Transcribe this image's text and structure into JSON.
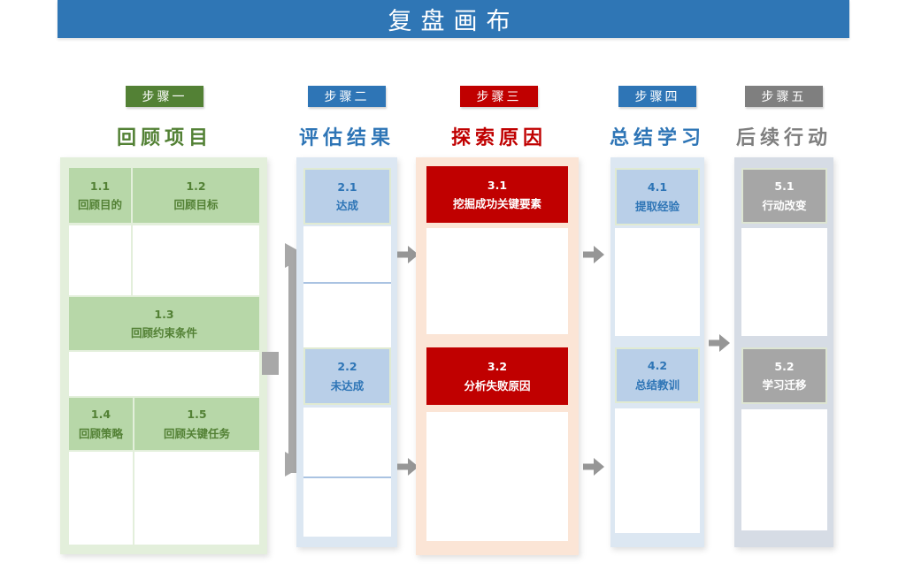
{
  "header": {
    "title": "复盘画布"
  },
  "palette": {
    "header_bar": "#2f76b5",
    "green_dark": "#538135",
    "green_cell": "#b7d7a8",
    "green_panel": "#e3efdb",
    "blue_dark": "#2e75b6",
    "blue_cell": "#b9cfe8",
    "blue_panel": "#dce7f2",
    "red": "#c00000",
    "red_panel": "#fbe5d6",
    "gray_dark": "#7f7f7f",
    "gray_cell": "#a6a6a6",
    "gray_panel": "#d6dce5",
    "arrow": "#969696"
  },
  "steps": [
    {
      "badge": "步骤一",
      "title": "回顾项目",
      "cells": [
        {
          "num": "1.1",
          "label": "回顾目的"
        },
        {
          "num": "1.2",
          "label": "回顾目标"
        },
        {
          "num": "1.3",
          "label": "回顾约束条件"
        },
        {
          "num": "1.4",
          "label": "回顾策略"
        },
        {
          "num": "1.5",
          "label": "回顾关键任务"
        }
      ]
    },
    {
      "badge": "步骤二",
      "title": "评估结果",
      "cells": [
        {
          "num": "2.1",
          "label": "达成"
        },
        {
          "num": "2.2",
          "label": "未达成"
        }
      ]
    },
    {
      "badge": "步骤三",
      "title": "探索原因",
      "cells": [
        {
          "num": "3.1",
          "label": "挖掘成功关键要素"
        },
        {
          "num": "3.2",
          "label": "分析失败原因"
        }
      ]
    },
    {
      "badge": "步骤四",
      "title": "总结学习",
      "cells": [
        {
          "num": "4.1",
          "label": "提取经验"
        },
        {
          "num": "4.2",
          "label": "总结教训"
        }
      ]
    },
    {
      "badge": "步骤五",
      "title": "后续行动",
      "cells": [
        {
          "num": "5.1",
          "label": "行动改变"
        },
        {
          "num": "5.2",
          "label": "学习迁移"
        }
      ]
    }
  ]
}
